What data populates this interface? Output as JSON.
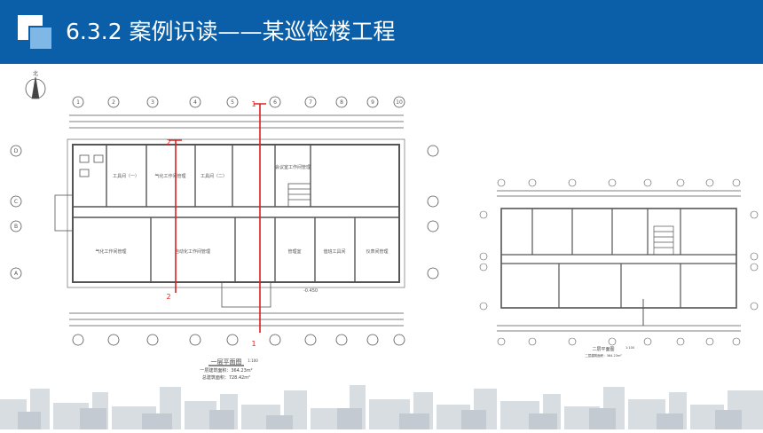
{
  "header": {
    "title": "6.3.2  案例识读——某巡检楼工程",
    "bg_color": "#0a5fa8"
  },
  "plan1": {
    "north_label": "北",
    "section_marks": [
      "1",
      "2",
      "2",
      "1"
    ],
    "axes_top": [
      "1",
      "2",
      "3",
      "4",
      "5",
      "6",
      "7",
      "8",
      "9",
      "10"
    ],
    "axes_side": [
      "D",
      "C",
      "B",
      "A"
    ],
    "rooms": [
      "工具间（一）",
      "气化工作间管理",
      "工具间（二）",
      "会议室工作间管理",
      "气化工作间管理",
      "自动化工作间管理",
      "管理室",
      "值班工具间",
      "仪表间管理"
    ],
    "title": "一层平面图",
    "scale": "1:100",
    "area_line1": "一层建筑面积：364.23m²",
    "area_line2": "总建筑面积：728.42m²",
    "elevation": "-0.450"
  },
  "plan2": {
    "title": "二层平面图",
    "scale": "1:100",
    "area_line": "二层建筑面积：364.23m²"
  },
  "colors": {
    "section_line": "#e02020",
    "drawing": "#555555"
  }
}
